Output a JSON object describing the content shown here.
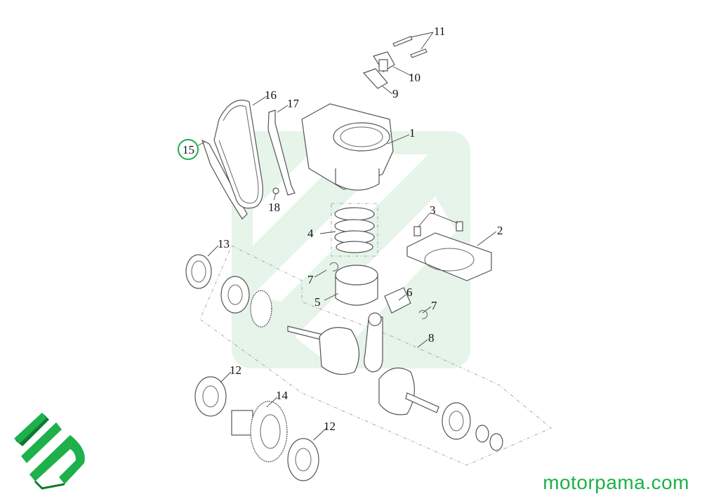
{
  "diagram": {
    "title": "Cylinder, piston, crankshaft and timing chain exploded view",
    "highlighted_callout": "15",
    "callouts": [
      "1",
      "2",
      "3",
      "4",
      "5",
      "6",
      "7",
      "7",
      "8",
      "9",
      "10",
      "11",
      "12",
      "12",
      "13",
      "14",
      "15",
      "16",
      "17",
      "18"
    ]
  },
  "branding": {
    "logo_text": "mp",
    "website": "motorpama.com",
    "brand_color": "#1db04b",
    "watermark_color": "#e6f4e9"
  }
}
